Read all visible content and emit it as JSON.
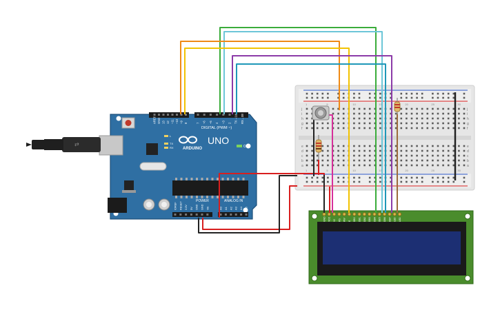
{
  "arduino": {
    "brand_logo_text": "∞",
    "brand_text": "ARDUINO",
    "model": "UNO",
    "digital_label": "DIGITAL (PWM ~)",
    "on_label": "ON",
    "power_label": "POWER",
    "analog_label": "ANALOG IN",
    "tx_label": "TX",
    "rx_label": "RX",
    "l_label": "L",
    "top_pins": [
      "AREF",
      "GND",
      "13",
      "12",
      "~11",
      "~10",
      "~9",
      "8",
      "7",
      "~6",
      "~5",
      "4",
      "~3",
      "2",
      "TX→1",
      "RX←0"
    ],
    "power_pins": [
      "IOREF",
      "RESET",
      "3.3V",
      "5V",
      "GND",
      "GND",
      "Vin"
    ],
    "analog_pins": [
      "A0",
      "A1",
      "A2",
      "A3",
      "A4",
      "A5"
    ]
  },
  "breadboard": {
    "row_letters_top": [
      "j",
      "i",
      "h",
      "g",
      "f"
    ],
    "row_letters_bottom": [
      "e",
      "d",
      "c",
      "b",
      "a"
    ],
    "columns": [
      "1",
      "5",
      "10",
      "15",
      "20",
      "25",
      "30"
    ]
  },
  "lcd": {
    "pin_labels": [
      "GND",
      "VCC",
      "V0",
      "RS",
      "RW",
      "E",
      "DB0",
      "DB1",
      "DB2",
      "DB3",
      "DB4",
      "DB5",
      "DB6",
      "DB7",
      "LED",
      "LED"
    ]
  },
  "colors": {
    "arduino_board": "#2f6fa3",
    "breadboard": "#e8e8e8",
    "lcd_pcb": "#4a8c2c",
    "lcd_screen": "#1c2f73",
    "wire_red": "#d81e1e",
    "wire_black": "#222222",
    "wire_orange": "#ef8a14",
    "wire_yellow": "#f2c200",
    "wire_green": "#3aac3a",
    "wire_cyan": "#6cc6d8",
    "wire_purple": "#8b3aa8",
    "wire_teal": "#1e97b8",
    "wire_magenta": "#d62f9a",
    "wire_brown": "#9b6a3a"
  },
  "icons": [
    "usb-cable-icon",
    "reset-button-icon",
    "power-jack-icon",
    "potentiometer-icon",
    "resistor-icon"
  ]
}
